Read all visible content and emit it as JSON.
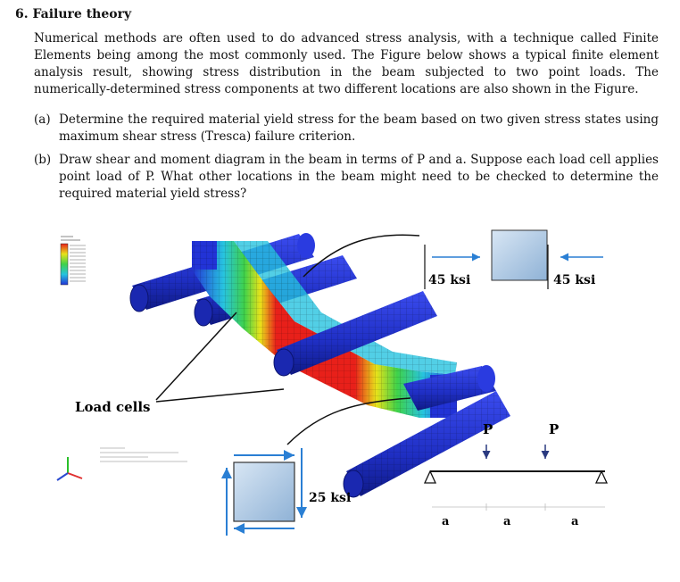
{
  "question": {
    "title": "6. Failure theory",
    "intro": "Numerical methods are often used to do advanced stress analysis, with a technique called Finite Elements being among the most commonly used. The Figure below shows a typical finite element analysis result, showing stress distribution in the beam subjected to two point loads. The numerically-determined stress components at two different locations are also shown in the Figure.",
    "parts": [
      {
        "label": "(a)",
        "text": "Determine the required material yield stress for the beam based on two given stress states using maximum shear stress (Tresca) failure criterion."
      },
      {
        "label": "(b)",
        "text": "Draw shear and moment diagram in the beam in terms of P and a. Suppose each load cell applies point load of P. What other locations in the beam might need to be checked to determine the required material yield stress?"
      }
    ]
  },
  "figure": {
    "load_cells_label": "Load cells",
    "stress_top_left": "45 ksi",
    "stress_top_right": "45 ksi",
    "stress_bottom": "25 ksi",
    "load_left": "P",
    "load_right": "P",
    "span_labels": [
      "a",
      "a",
      "a"
    ],
    "colors": {
      "roller_blue": "#2233d6",
      "stress_red": "#e8201a",
      "stress_green": "#3fd24a",
      "stress_yellow": "#e8e21a",
      "element_fill": "#b8cfe6",
      "arrow_blue": "#2a7fd4"
    }
  }
}
